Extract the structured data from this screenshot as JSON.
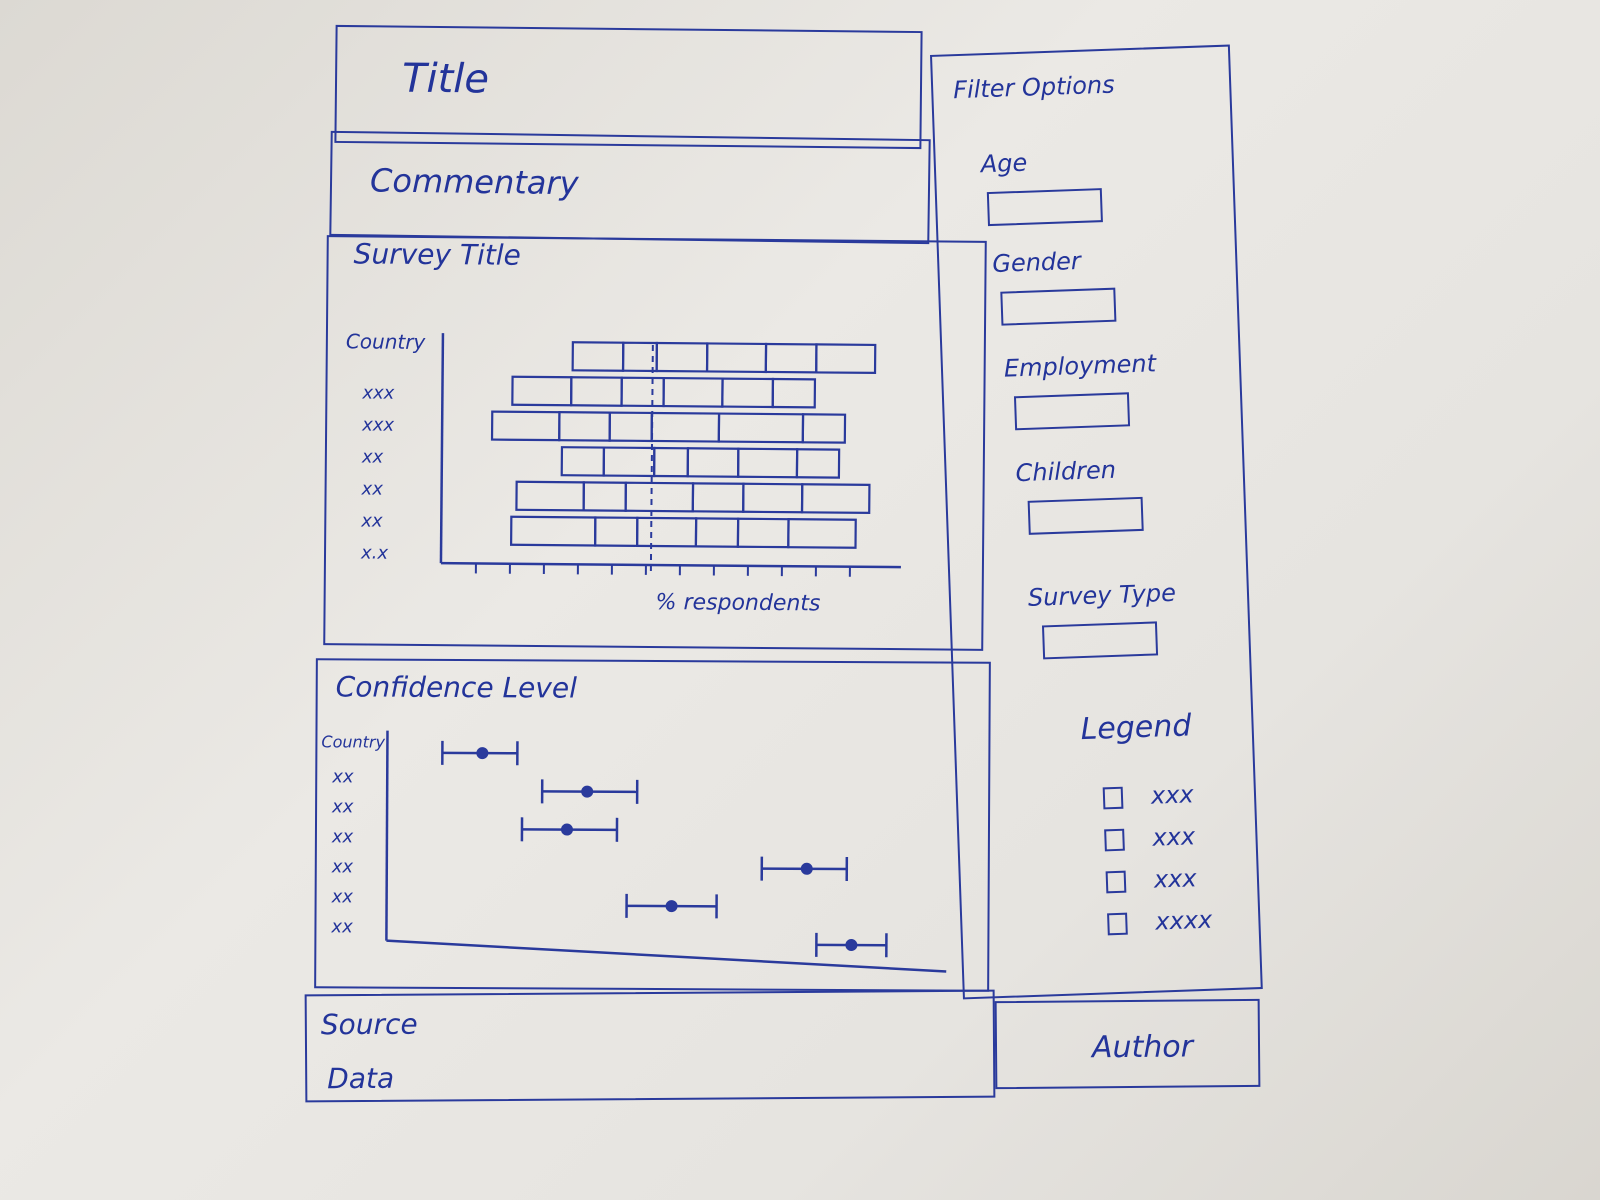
{
  "header": {
    "title": "Title",
    "commentary": "Commentary"
  },
  "main_chart": {
    "title": "Survey Title",
    "y_label": "Country",
    "x_label": "% respondents",
    "countries": [
      "xxx",
      "xxx",
      "xx",
      "xx",
      "xx",
      "x.x"
    ]
  },
  "confidence_chart": {
    "title": "Confidence Level",
    "y_label": "Country",
    "countries": [
      "xx",
      "xx",
      "xx",
      "xx",
      "xx",
      "xx"
    ]
  },
  "footer": {
    "source": "Source",
    "data": "Data",
    "author": "Author"
  },
  "filters": {
    "title": "Filter Options",
    "items": [
      {
        "label": "Age"
      },
      {
        "label": "Gender"
      },
      {
        "label": "Employment"
      },
      {
        "label": "Children"
      },
      {
        "label": "Survey Type"
      }
    ]
  },
  "legend": {
    "title": "Legend",
    "items": [
      "xxx",
      "xxx",
      "xxx",
      "xxxx"
    ]
  },
  "chart_data": [
    {
      "type": "bar",
      "stacked": true,
      "orientation": "horizontal",
      "title": "Survey Title",
      "xlabel": "% respondents",
      "ylabel": "Country",
      "categories": [
        "xxx",
        "xxx",
        "xx",
        "xx",
        "xx",
        "x.x"
      ],
      "rows": [
        [
          12,
          8,
          12,
          14,
          12,
          14
        ],
        [
          14,
          12,
          10,
          14,
          12,
          10
        ],
        [
          16,
          12,
          10,
          16,
          20,
          10
        ],
        [
          10,
          12,
          8,
          12,
          14,
          10
        ],
        [
          16,
          10,
          16,
          12,
          14,
          16
        ],
        [
          20,
          10,
          14,
          10,
          12,
          16
        ]
      ],
      "reference_line": 50
    },
    {
      "type": "scatter",
      "title": "Confidence Level",
      "ylabel": "Country",
      "categories": [
        "xx",
        "xx",
        "xx",
        "xx",
        "xx",
        "xx"
      ],
      "points": [
        {
          "value": 15,
          "low": 7,
          "high": 22
        },
        {
          "value": 36,
          "low": 27,
          "high": 46
        },
        {
          "value": 32,
          "low": 23,
          "high": 42
        },
        {
          "value": 80,
          "low": 71,
          "high": 88
        },
        {
          "value": 53,
          "low": 44,
          "high": 62
        },
        {
          "value": 89,
          "low": 82,
          "high": 96
        }
      ]
    }
  ]
}
